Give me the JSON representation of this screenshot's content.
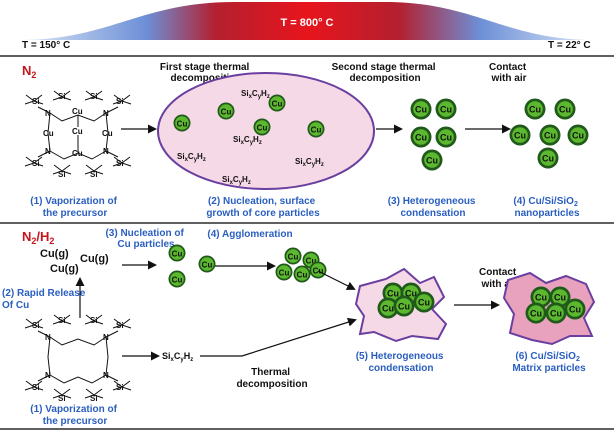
{
  "temperature_bar": {
    "start_label": "T = 150° C",
    "peak_label": "T = 800° C",
    "end_label": "T = 22° C"
  },
  "top_section": {
    "atmosphere": [
      "N",
      "2"
    ],
    "stage_labels": {
      "first_stage": [
        "First stage thermal",
        "decomposition"
      ],
      "second_stage": [
        "Second stage thermal",
        "decomposition"
      ],
      "contact_air": [
        "Contact",
        "with air"
      ]
    },
    "ellipse_species": [
      {
        "kind": "cu",
        "text": "Cu"
      },
      {
        "kind": "cu",
        "text": "Cu"
      },
      {
        "kind": "cu",
        "text": "Cu"
      },
      {
        "kind": "cu",
        "text": "Cu"
      },
      {
        "kind": "cu",
        "text": "Cu"
      },
      {
        "kind": "sixcyhz",
        "parts": [
          "Si",
          "x",
          "C",
          "y",
          "H",
          "z"
        ]
      },
      {
        "kind": "sixcyhz",
        "parts": [
          "Si",
          "x",
          "C",
          "y",
          "H",
          "z"
        ]
      },
      {
        "kind": "sixcyhz",
        "parts": [
          "Si",
          "x",
          "C",
          "y",
          "H",
          "z"
        ]
      },
      {
        "kind": "sixcyhz",
        "parts": [
          "Si",
          "x",
          "C",
          "y",
          "H",
          "z"
        ]
      },
      {
        "kind": "sixcyhz",
        "parts": [
          "Si",
          "x",
          "C",
          "y",
          "H",
          "z"
        ]
      }
    ],
    "particle_label": "Cu",
    "captions": {
      "step1": [
        "(1) Vaporization of",
        "the precursor"
      ],
      "step2": [
        "(2) Nucleation, surface",
        "growth of core particles"
      ],
      "step3": [
        "(3) Heterogeneous",
        "condensation"
      ],
      "step4": [
        "(4) Cu/Si/SiO",
        "2",
        "nanoparticles"
      ]
    }
  },
  "bottom_section": {
    "atmosphere": [
      "N",
      "2",
      "/H",
      "2"
    ],
    "cu_gas": [
      "Cu(g)",
      "Cu(g)",
      "Cu(g)"
    ],
    "particle_label": "Cu",
    "sixcyhz": [
      "Si",
      "x",
      "C",
      "y",
      "H",
      "z"
    ],
    "thermal_decomposition": [
      "Thermal",
      "decomposition"
    ],
    "contact_air": [
      "Contact",
      "with air"
    ],
    "captions": {
      "step1": [
        "(1) Vaporization of",
        "the precursor"
      ],
      "step2": [
        "(2) Rapid Release",
        "Of Cu"
      ],
      "step3": [
        "(3) Nucleation of",
        "Cu particles"
      ],
      "step4": "(4) Agglomeration",
      "step5": [
        "(5) Heterogeneous",
        "condensation"
      ],
      "step6": [
        "(6) Cu/Si/SiO",
        "2",
        "Matrix particles"
      ]
    }
  },
  "molecule": {
    "si": "Si",
    "n": "N",
    "cu": "Cu"
  },
  "colors": {
    "caption_blue": "#2a5fc0",
    "atmosphere_red": "#c4161c",
    "cu_core": "#5cb82e",
    "cu_shell": "#1f5a1a",
    "ellipse_fill": "#f6d9e6",
    "ellipse_stroke": "#6a3fa0",
    "matrix_fill": "#e8a2bd",
    "matrix_stroke": "#6a3fa0"
  }
}
